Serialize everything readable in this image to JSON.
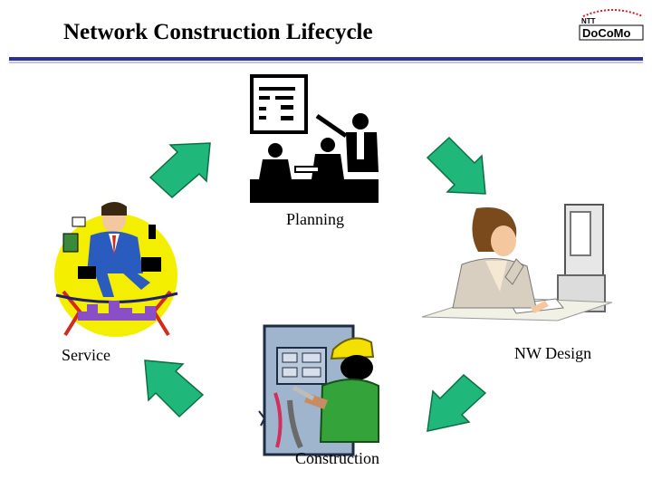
{
  "title": "Network Construction Lifecycle",
  "logo": {
    "small": "NTT",
    "main": "DoCoMo"
  },
  "stages": {
    "planning": "Planning",
    "nw_design": "NW Design",
    "construction": "Construction",
    "service": "Service"
  },
  "colors": {
    "arrow_fill": "#1fb87a",
    "arrow_stroke": "#0d6e44",
    "title_rule": "#2b2f9a",
    "logo_red": "#d81e2c"
  },
  "icons": [
    "planning-meeting-clipart",
    "designer-at-computer-clipart",
    "electrician-at-panel-clipart",
    "businessman-juggling-devices-clipart"
  ]
}
